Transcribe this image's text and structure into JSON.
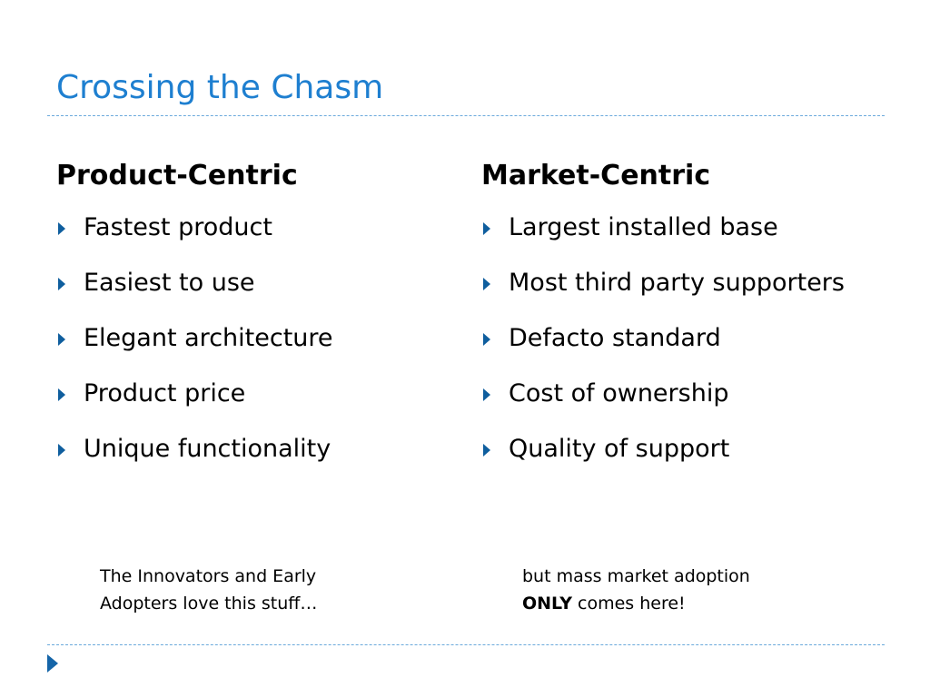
{
  "slide": {
    "title": "Crossing the Chasm",
    "left_column": {
      "heading": "Product-Centric",
      "items": [
        "Fastest product",
        "Easiest to use",
        "Elegant architecture",
        "Product price",
        "Unique functionality"
      ],
      "note_line1": "The Innovators and Early",
      "note_line2": "Adopters love this stuff…"
    },
    "right_column": {
      "heading": "Market-Centric",
      "items": [
        "Largest installed base",
        "Most third party supporters",
        "Defacto standard",
        "Cost of ownership",
        "Quality of support"
      ],
      "note_line1": "but mass market adoption",
      "note_emphasis": "ONLY",
      "note_rest": " comes here!"
    }
  },
  "colors": {
    "title": "#1e7fd0",
    "rule": "#6aa9dc",
    "bullet": "#0f5e9e",
    "nav_arrow": "#1565a8"
  },
  "icons": {
    "bullet": "bullet-arrow-icon",
    "nav": "play-arrow-icon"
  }
}
